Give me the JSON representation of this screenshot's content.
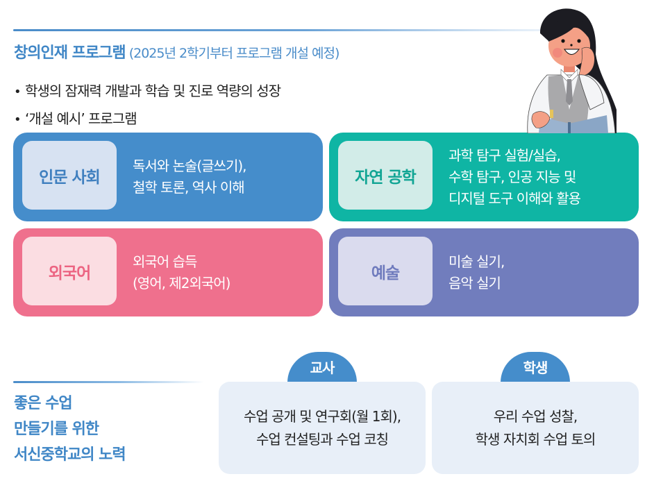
{
  "header": {
    "title": "창의인재 프로그램",
    "subtitle": "(2025년 2학기부터 프로그램 개설 예정)"
  },
  "bullets": [
    {
      "icon": "bullet-dot",
      "text": "학생의 잠재력 개발과 학습 및 진로 역량의 성장"
    },
    {
      "icon": "bullet-dot",
      "text": "‘개설 예시’ 프로그램"
    }
  ],
  "programs": [
    {
      "label": "인문 사회",
      "lines": [
        "독서와 논술(글쓰기),",
        "철학 토론, 역사 이해"
      ],
      "color": "#458dcb",
      "label_bg": "#d7e2f2"
    },
    {
      "label": "자연 공학",
      "lines": [
        "과학 탐구 실험/실습,",
        "수학 탐구, 인공 지능 및",
        "디지털 도구 이해와 활용"
      ],
      "color": "#0fb5a4",
      "label_bg": "#d2ece8"
    },
    {
      "label": "외국어",
      "lines": [
        "외국어 습득",
        "(영어, 제2외국어)"
      ],
      "color": "#ef708d",
      "label_bg": "#fbdde2"
    },
    {
      "label": "예술",
      "lines": [
        "미술 실기,",
        "음악 실기"
      ],
      "color": "#717dbd",
      "label_bg": "#dadbee"
    }
  ],
  "illustration": {
    "icon": "student-reading-book-illustration"
  },
  "effort": {
    "title_lines": [
      "좋은 수업",
      "만들기를 위한",
      "서신중학교의 노력"
    ],
    "groups": [
      {
        "tab": "교사",
        "lines": [
          "수업 공개 및 연구회(월 1회),",
          "수업 컨설팅과 수업 코칭"
        ]
      },
      {
        "tab": "학생",
        "lines": [
          "우리 수업 성찰,",
          "학생 자치회 수업 토의"
        ]
      }
    ]
  },
  "colors": {
    "accent_blue": "#3f86c6",
    "card_bg": "#e8eff8"
  }
}
